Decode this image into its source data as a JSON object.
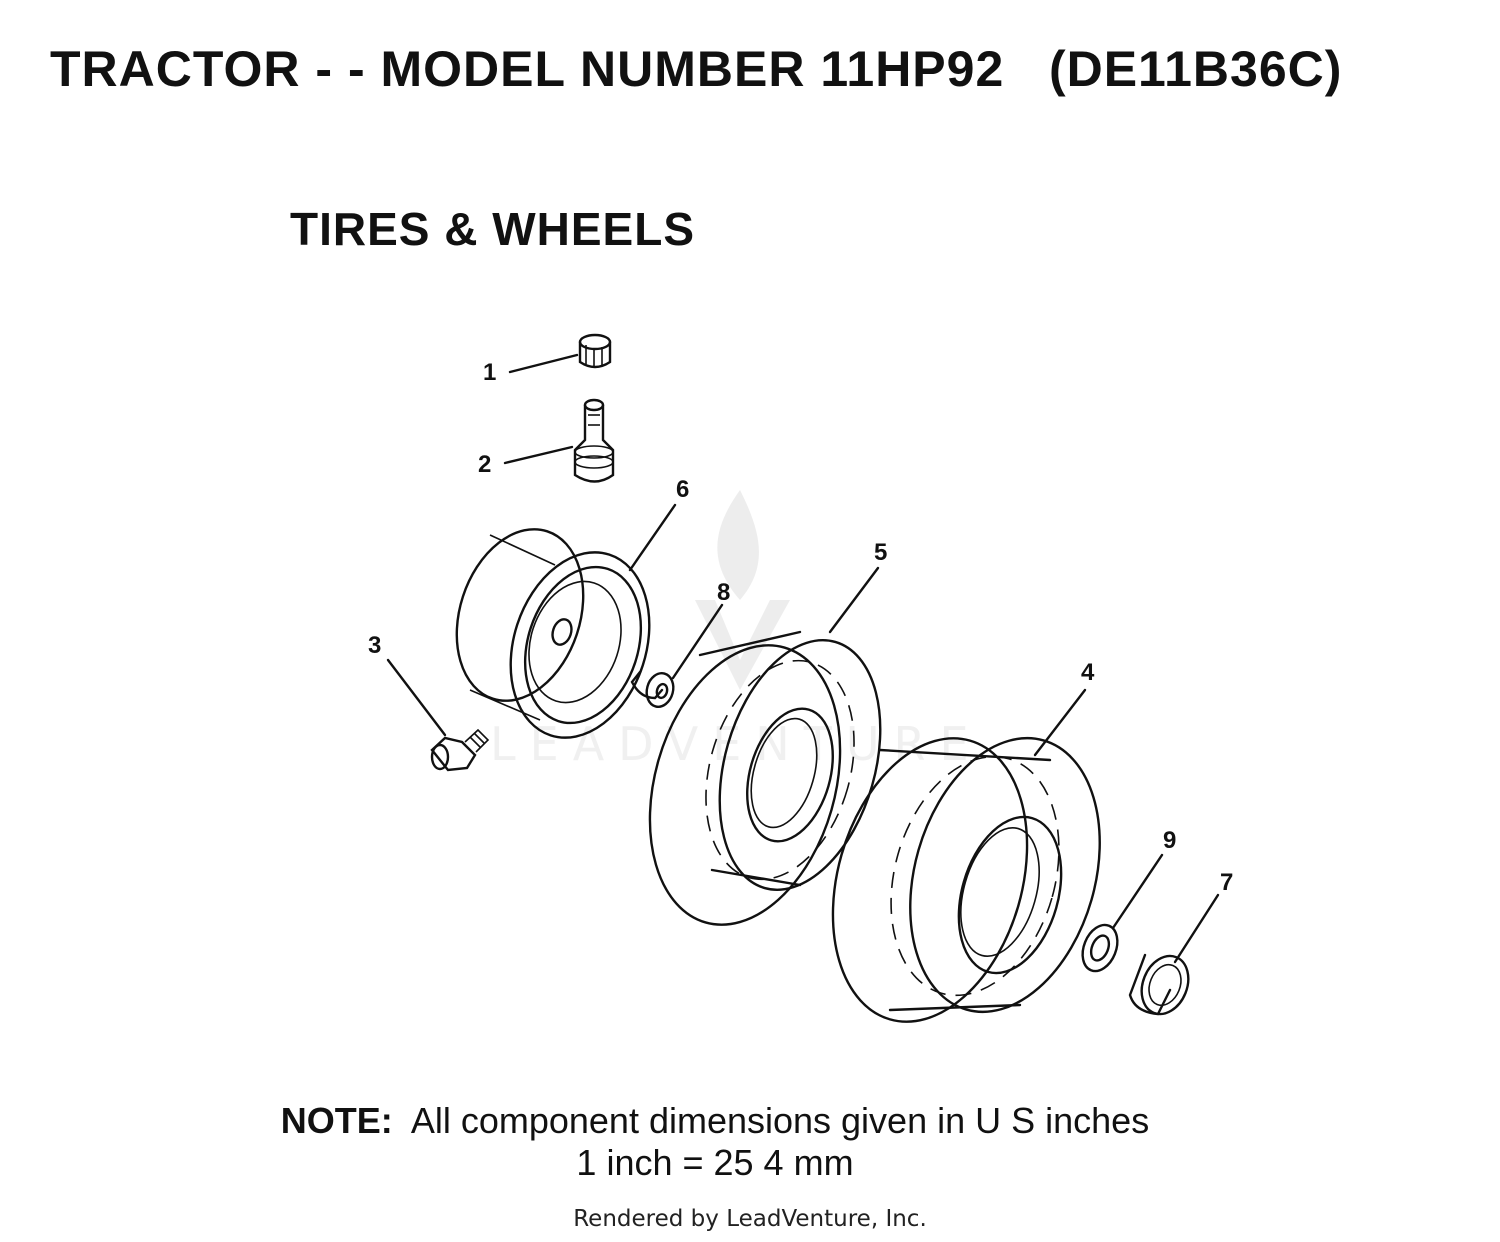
{
  "header": {
    "title": "TRACTOR - - MODEL NUMBER 11HP92   (DE11B36C)",
    "subtitle": "TIRES & WHEELS"
  },
  "callouts": [
    "1",
    "2",
    "3",
    "4",
    "5",
    "6",
    "7",
    "8",
    "9"
  ],
  "watermark": "LEADVENTURE",
  "note": {
    "label": "NOTE:",
    "line1": "All component dimensions given in U S  inches",
    "line2": "1 inch = 25 4 mm"
  },
  "footer": {
    "rendered_by": "Rendered by LeadVenture, Inc."
  }
}
